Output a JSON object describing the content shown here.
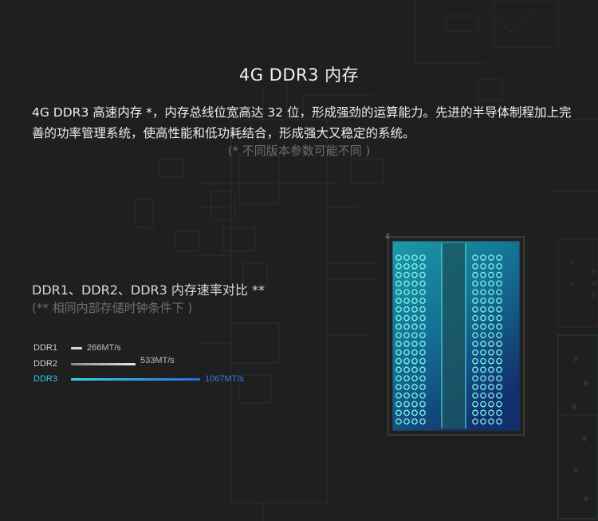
{
  "title": "4G DDR3 内存",
  "description": "4G DDR3 高速内存 *，内存总线位宽高达 32 位，形成强劲的运算能力。先进的半导体制程加上完善的功率管理系统，使高性能和低功耗结合，形成强大又稳定的系统。",
  "description_note": "(* 不同版本参数可能不同 )",
  "compare": {
    "title": "DDR1、DDR2、DDR3 内存速率对比 **",
    "note": "(** 相同内部存储时钟条件下 )",
    "rows": [
      {
        "label": "DDR1",
        "value": "266MT/s",
        "rate": 266
      },
      {
        "label": "DDR2",
        "value": "533MT/s",
        "rate": 533
      },
      {
        "label": "DDR3",
        "value": "1067MT/s",
        "rate": 1067
      }
    ]
  },
  "colors": {
    "accent_cyan": "#2ec4e6",
    "accent_blue": "#2a7fe0",
    "chip_glow": "#19d6c8"
  }
}
